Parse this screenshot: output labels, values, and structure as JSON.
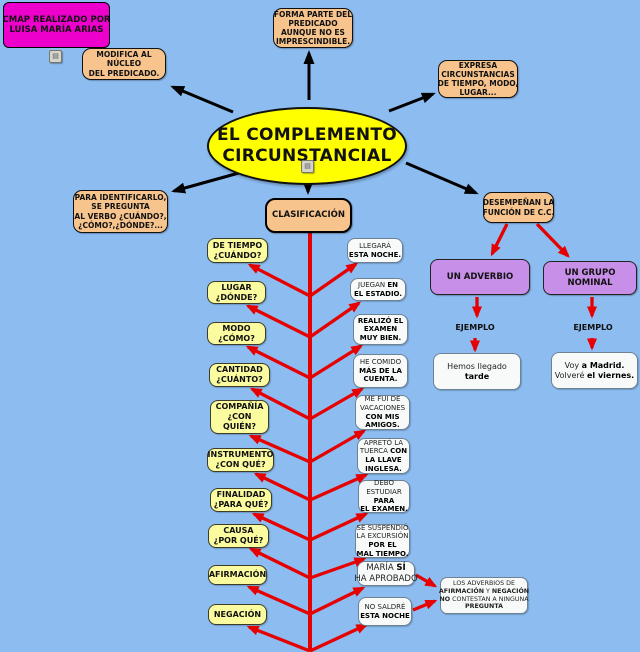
{
  "colors": {
    "background": "#8cbcf0",
    "node_orange": "#f7c48d",
    "node_yellow": "#ffff00",
    "node_pale_yellow": "#fbfba0",
    "node_purple": "#c78fe8",
    "node_magenta": "#ee00cc",
    "node_white": "#f8fafa",
    "arrow_red": "#e60000",
    "arrow_black": "#000000"
  },
  "credit": {
    "lines": [
      "CMAP REALIZADO POR",
      "LUISA MARÍA ARIAS"
    ]
  },
  "nodes": {
    "modifica": {
      "lines": [
        "MODIFICA AL",
        "NÚCLEO",
        "DEL PREDICADO."
      ]
    },
    "forma_parte": {
      "lines": [
        "FORMA PARTE DEL",
        "PREDICADO",
        "AUNQUE NO ES",
        "IMPRESCINDIBLE."
      ]
    },
    "expresa": {
      "lines": [
        "EXPRESA",
        "CIRCUNSTANCIAS",
        "DE TIEMPO, MODO,",
        "LUGAR..."
      ]
    },
    "identificar": {
      "lines": [
        "PARA IDENTIFICARLO,",
        "SE PREGUNTA",
        "AL VERBO ¿CUÁNDO?,",
        "¿CÓMO?,¿DÓNDE?..."
      ]
    },
    "title": {
      "lines": [
        "EL COMPLEMENTO",
        "CIRCUNSTANCIAL"
      ]
    },
    "clasificacion": {
      "label": "CLASIFICACIÓN"
    },
    "funcion": {
      "lines": [
        "DESEMPEÑAN LA",
        "FUNCIÓN DE C.C."
      ]
    },
    "adverbio": {
      "label": "UN ADVERBIO"
    },
    "grupo_nominal": {
      "lines": [
        "UN GRUPO",
        "NOMINAL"
      ]
    },
    "ejemplo_adverbio_label": "EJEMPLO",
    "ejemplo_grupo_label": "EJEMPLO",
    "ejemplo_adverbio": {
      "segs": [
        [
          {
            "t": "Hemos llegado"
          }
        ],
        [
          {
            "t": "tarde",
            "b": 1
          }
        ]
      ]
    },
    "ejemplo_grupo": {
      "segs": [
        [
          {
            "t": "Voy "
          },
          {
            "t": "a Madrid.",
            "b": 1
          }
        ],
        [
          {
            "t": "Volveré "
          },
          {
            "t": "el viernes.",
            "b": 1
          }
        ]
      ]
    },
    "nota": {
      "segs": [
        [
          {
            "t": "LOS ADVERBIOS DE"
          }
        ],
        [
          {
            "t": "AFIRMACIÓN",
            "b": 1
          },
          {
            "t": " Y "
          },
          {
            "t": "NEGACIÓN",
            "b": 1
          }
        ],
        [
          {
            "t": "NO",
            "b": 1
          },
          {
            "t": " CONTESTAN A NINGUNA"
          }
        ],
        [
          {
            "t": "PREGUNTA",
            "b": 1
          }
        ]
      ]
    }
  },
  "categories": [
    {
      "lines": [
        "DE TIEMPO",
        "¿CUÁNDO?"
      ]
    },
    {
      "lines": [
        "LUGAR",
        "¿DÓNDE?"
      ]
    },
    {
      "lines": [
        "MODO",
        "¿CÓMO?"
      ]
    },
    {
      "lines": [
        "CANTIDAD",
        "¿CUÁNTO?"
      ]
    },
    {
      "lines": [
        "COMPAÑÍA",
        "¿CON",
        "QUIÉN?"
      ]
    },
    {
      "lines": [
        "INSTRUMENTO",
        "¿CON QUÉ?"
      ]
    },
    {
      "lines": [
        "FINALIDAD",
        "¿PARA QUÉ?"
      ]
    },
    {
      "lines": [
        "CAUSA",
        "¿POR QUÉ?"
      ]
    },
    {
      "lines": [
        "AFIRMACIÓN"
      ]
    },
    {
      "lines": [
        "NEGACIÓN"
      ]
    }
  ],
  "examples": [
    {
      "segs": [
        [
          {
            "t": "LLEGARÁ"
          }
        ],
        [
          {
            "t": "ESTA NOCHE.",
            "b": 1
          }
        ]
      ]
    },
    {
      "segs": [
        [
          {
            "t": "JUEGAN "
          },
          {
            "t": "EN",
            "b": 1
          }
        ],
        [
          {
            "t": "EL ESTADIO.",
            "b": 1
          }
        ]
      ]
    },
    {
      "segs": [
        [
          {
            "t": "REALIZÓ EL",
            "b": 1
          }
        ],
        [
          {
            "t": "EXAMEN",
            "b": 1
          }
        ],
        [
          {
            "t": "MUY BIEN.",
            "b": 1
          }
        ]
      ]
    },
    {
      "segs": [
        [
          {
            "t": "HE COMIDO"
          }
        ],
        [
          {
            "t": "MÁS DE LA",
            "b": 1
          }
        ],
        [
          {
            "t": "CUENTA.",
            "b": 1
          }
        ]
      ]
    },
    {
      "segs": [
        [
          {
            "t": "ME FUI DE"
          }
        ],
        [
          {
            "t": "VACACIONES"
          }
        ],
        [
          {
            "t": "CON MIS",
            "b": 1
          }
        ],
        [
          {
            "t": "AMIGOS.",
            "b": 1
          }
        ]
      ]
    },
    {
      "segs": [
        [
          {
            "t": "APRETÓ LA"
          }
        ],
        [
          {
            "t": "TUERCA "
          },
          {
            "t": "CON",
            "b": 1
          }
        ],
        [
          {
            "t": "LA LLAVE",
            "b": 1
          }
        ],
        [
          {
            "t": "INGLESA.",
            "b": 1
          }
        ]
      ]
    },
    {
      "segs": [
        [
          {
            "t": "DEBO"
          }
        ],
        [
          {
            "t": "ESTUDIAR"
          }
        ],
        [
          {
            "t": "PARA",
            "b": 1
          }
        ],
        [
          {
            "t": "EL EXAMEN.",
            "b": 1
          }
        ]
      ]
    },
    {
      "segs": [
        [
          {
            "t": "SE SUSPENDIÓ"
          }
        ],
        [
          {
            "t": "LA EXCURSIÓN"
          }
        ],
        [
          {
            "t": "POR EL",
            "b": 1
          }
        ],
        [
          {
            "t": "MAL TIEMPO.",
            "b": 1
          }
        ]
      ]
    },
    {
      "segs": [
        [
          {
            "t": "MARÍA "
          },
          {
            "t": "SÍ",
            "b": 1
          }
        ],
        [
          {
            "t": "HA APROBADO"
          }
        ]
      ]
    },
    {
      "segs": [
        [
          {
            "t": "NO SALDRÉ"
          }
        ],
        [
          {
            "t": "ESTA NOCHE",
            "b": 1
          }
        ]
      ]
    }
  ]
}
